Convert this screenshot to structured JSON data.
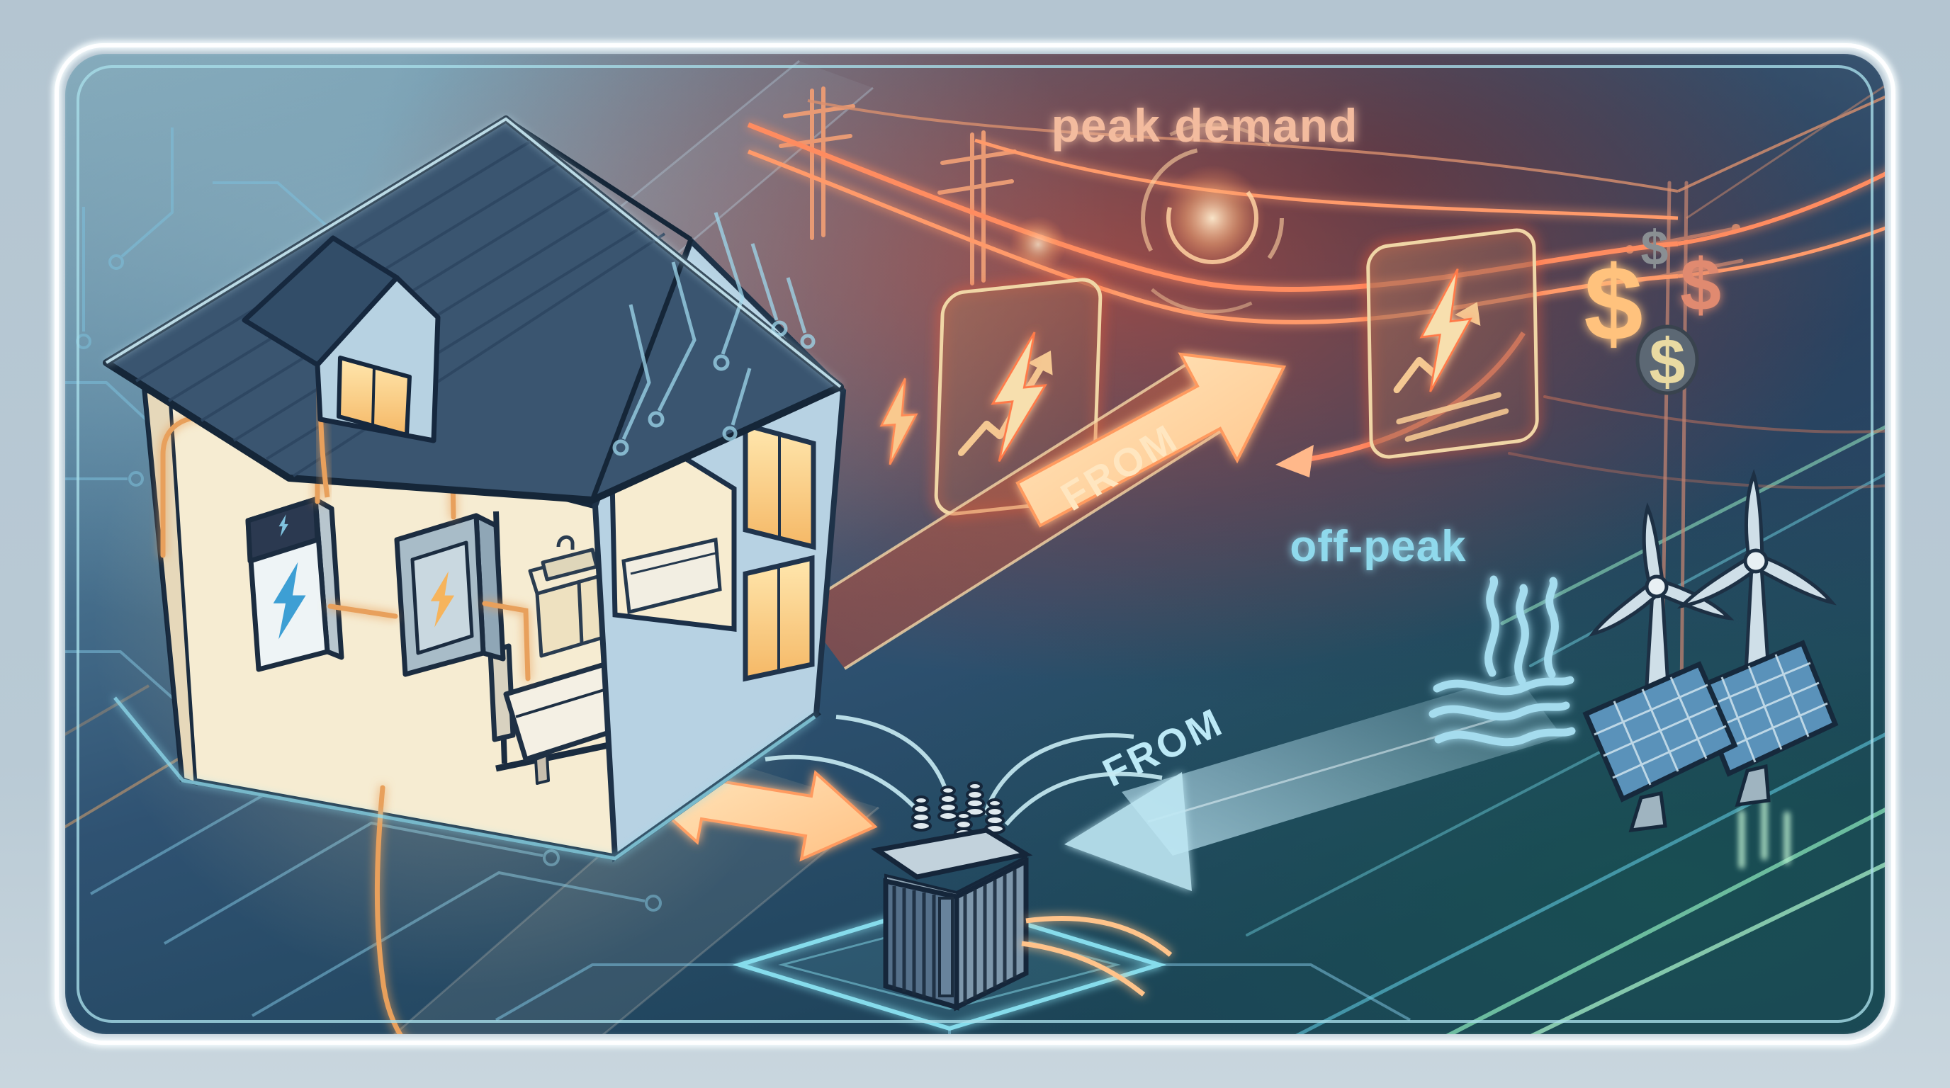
{
  "scene": {
    "peak_label": "peak demand",
    "offpeak_label": "off-peak",
    "peak_flow_label": "FROM",
    "offpeak_flow_label": "FROM",
    "currency_symbol": "$"
  },
  "colors": {
    "peak_label_color": "#f3bb9e",
    "offpeak_label_color": "#8fd9ec",
    "peak_glow": "#ff5a36",
    "offpeak_glow": "#7fd4ea",
    "energy_arrow": "#ffd9a0",
    "frame_glow": "#eef8fb",
    "scene_dark": "#23374f",
    "roof_color": "#3a5570",
    "interior_warm": "#f6ecd2",
    "battery_bolt": "#3d9fd4",
    "panel_bolt": "#f6b45c",
    "green_energy": "#8fe0bc"
  }
}
